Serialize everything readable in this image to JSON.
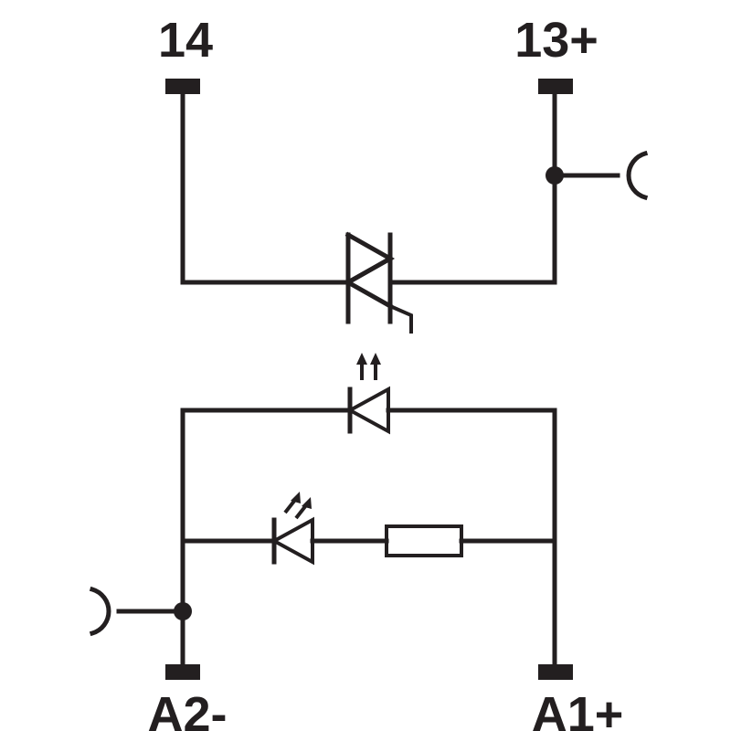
{
  "terminals": {
    "top_left": "14",
    "top_right": "13+",
    "bottom_left": "A2-",
    "bottom_right": "A1+"
  },
  "colors": {
    "line": "#231f20",
    "background": "#ffffff"
  },
  "icons": [
    "triac-symbol-icon",
    "photodiode-icon",
    "led-icon",
    "resistor-icon",
    "plug-socket-icon"
  ]
}
